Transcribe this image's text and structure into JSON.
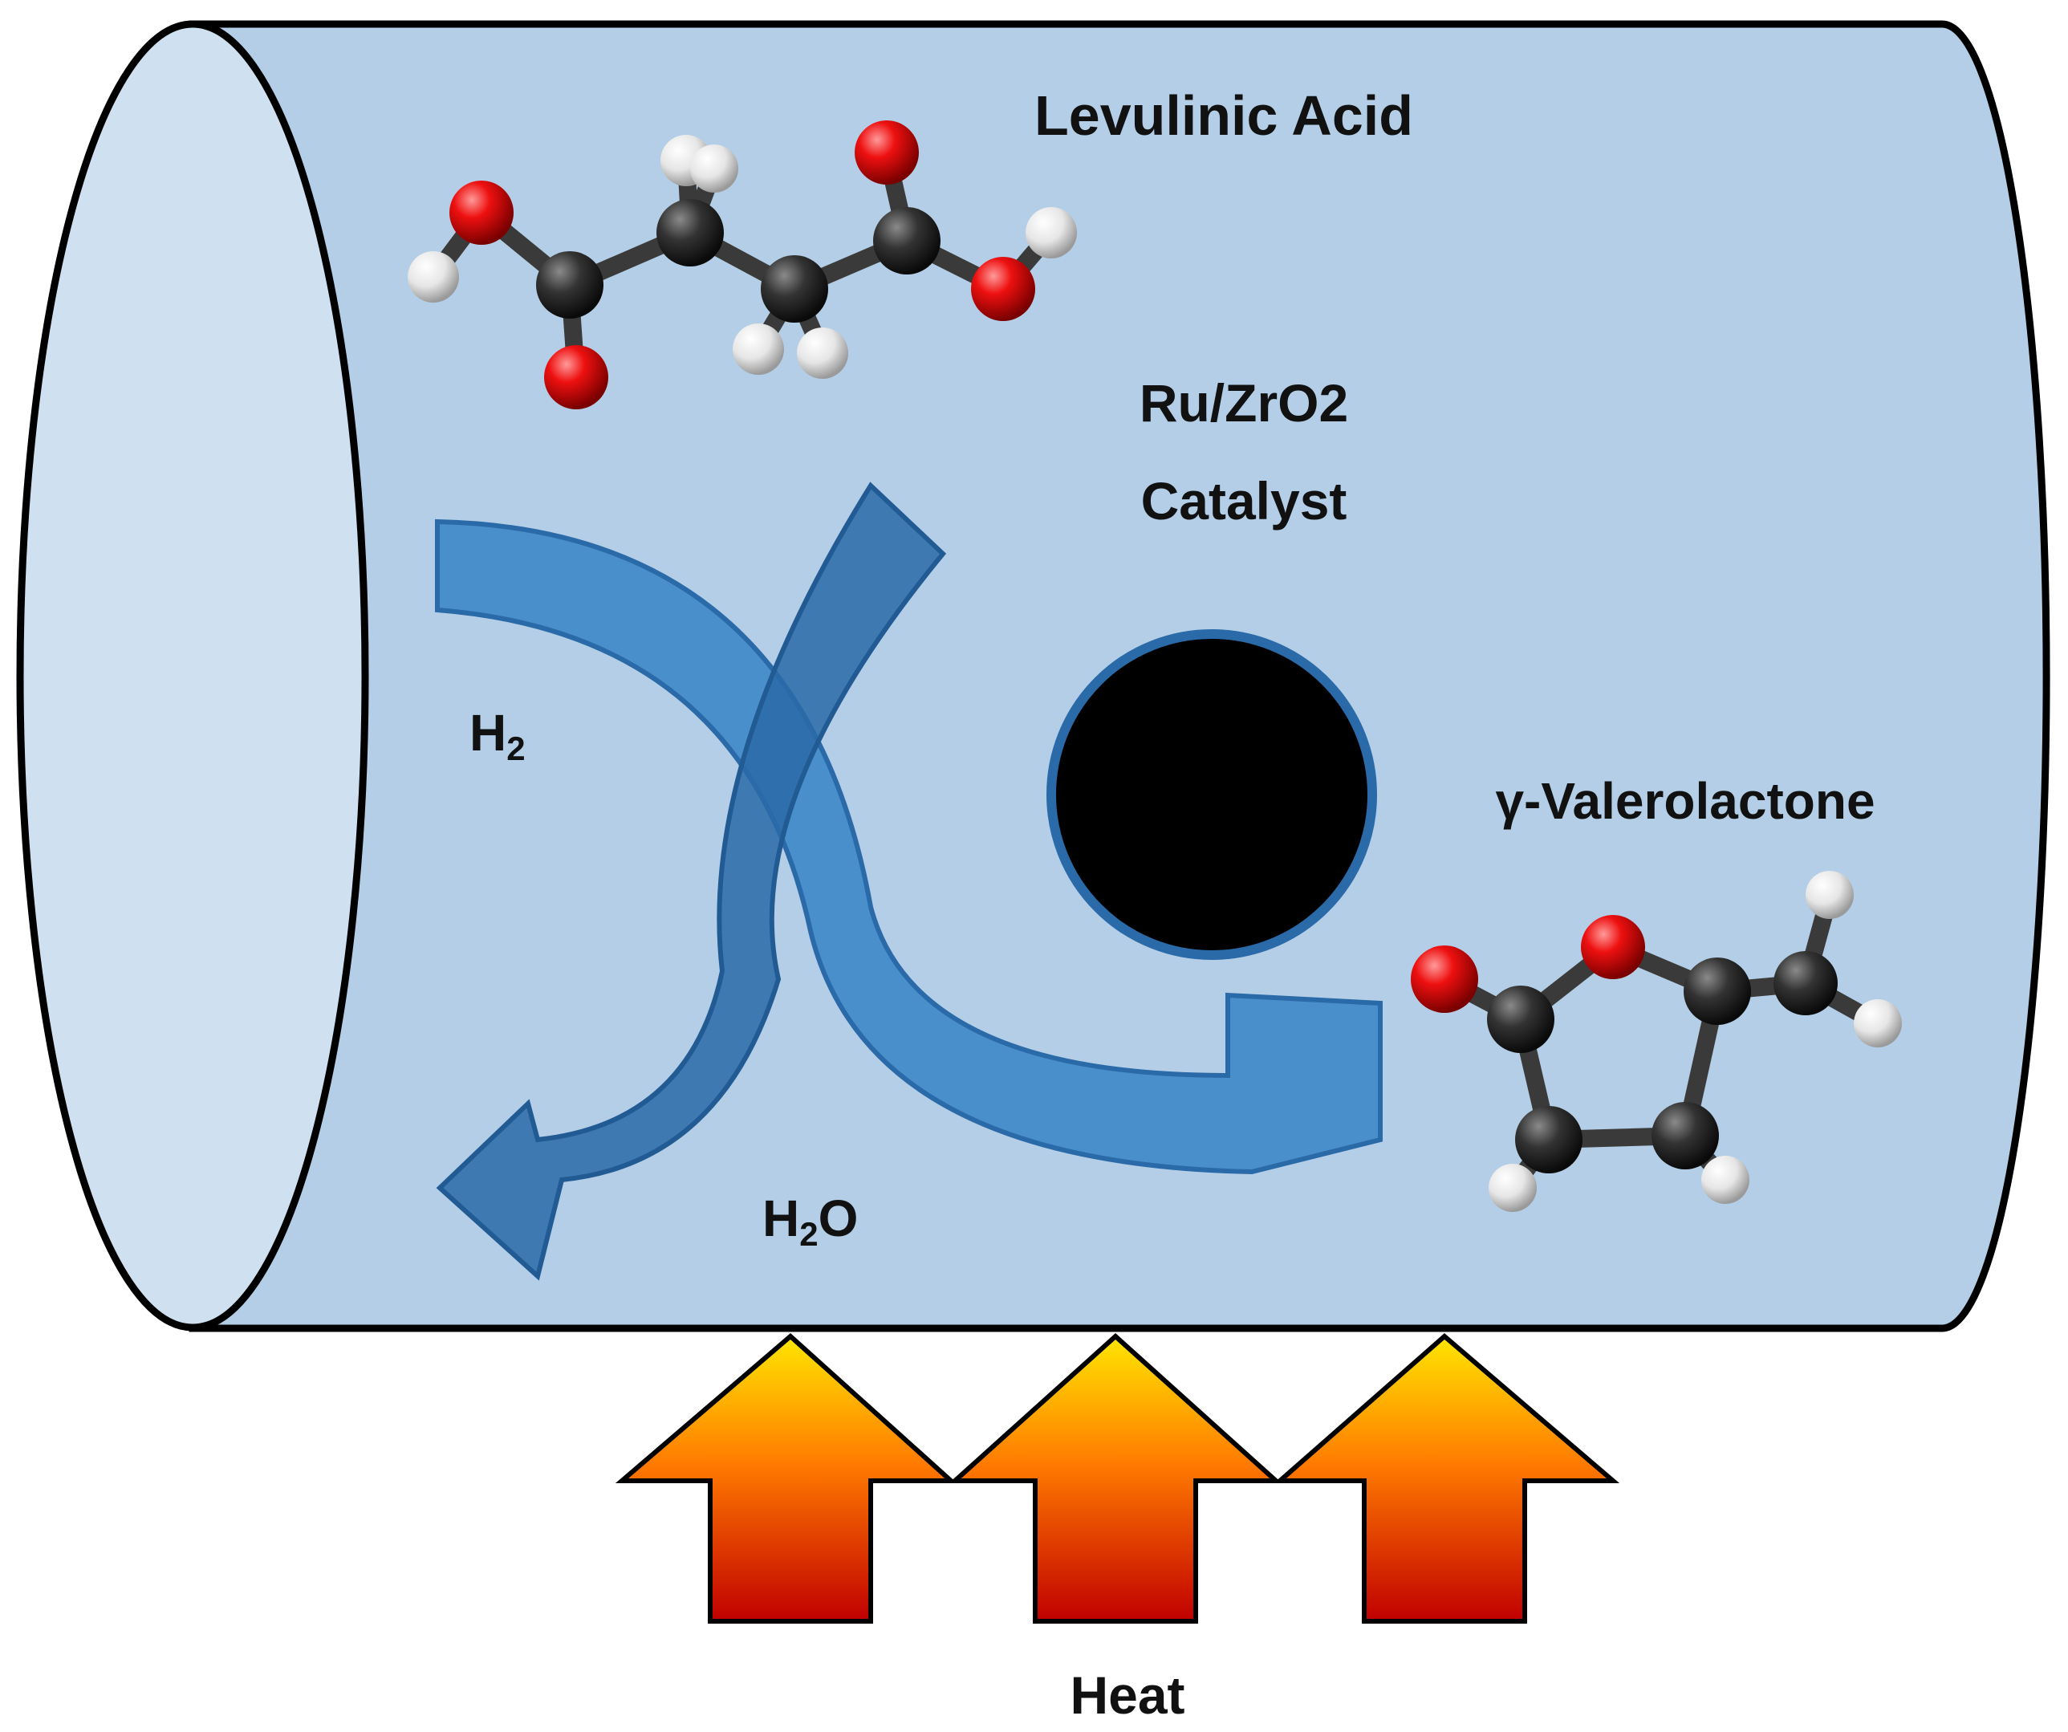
{
  "labels": {
    "reactant": "Levulinic Acid",
    "catalyst_line1": "Ru/ZrO2",
    "catalyst_line2": "Catalyst",
    "product": "γ-Valerolactone",
    "hydrogen_base": "H",
    "hydrogen_sub": "2",
    "water_h": "H",
    "water_sub": "2",
    "water_o": "O",
    "heat": "Heat"
  },
  "icons": {
    "reactor": "reactor-cylinder-icon",
    "reactant_molecule": "levulinic-acid-molecule-icon",
    "product_molecule": "gamma-valerolactone-molecule-icon",
    "catalyst": "catalyst-particle-icon",
    "hydrogen_in": "hydrogen-inflow-arrow-icon",
    "water_out": "water-outflow-arrow-icon",
    "heat": "heat-arrow-icon"
  },
  "colors": {
    "reactor_body": "#b3cee6",
    "reactor_end": "#cfe0f0",
    "arrow_dark": "#2a6aa8",
    "arrow_light": "#3a86c8",
    "catalyst": "#000000",
    "catalyst_ring": "#2a6aa8",
    "oxygen_atom": "#e00000",
    "carbon_atom": "#333333",
    "hydrogen_atom": "#eeeeee",
    "heat_top": "#ffe000",
    "heat_bottom": "#c80000"
  }
}
